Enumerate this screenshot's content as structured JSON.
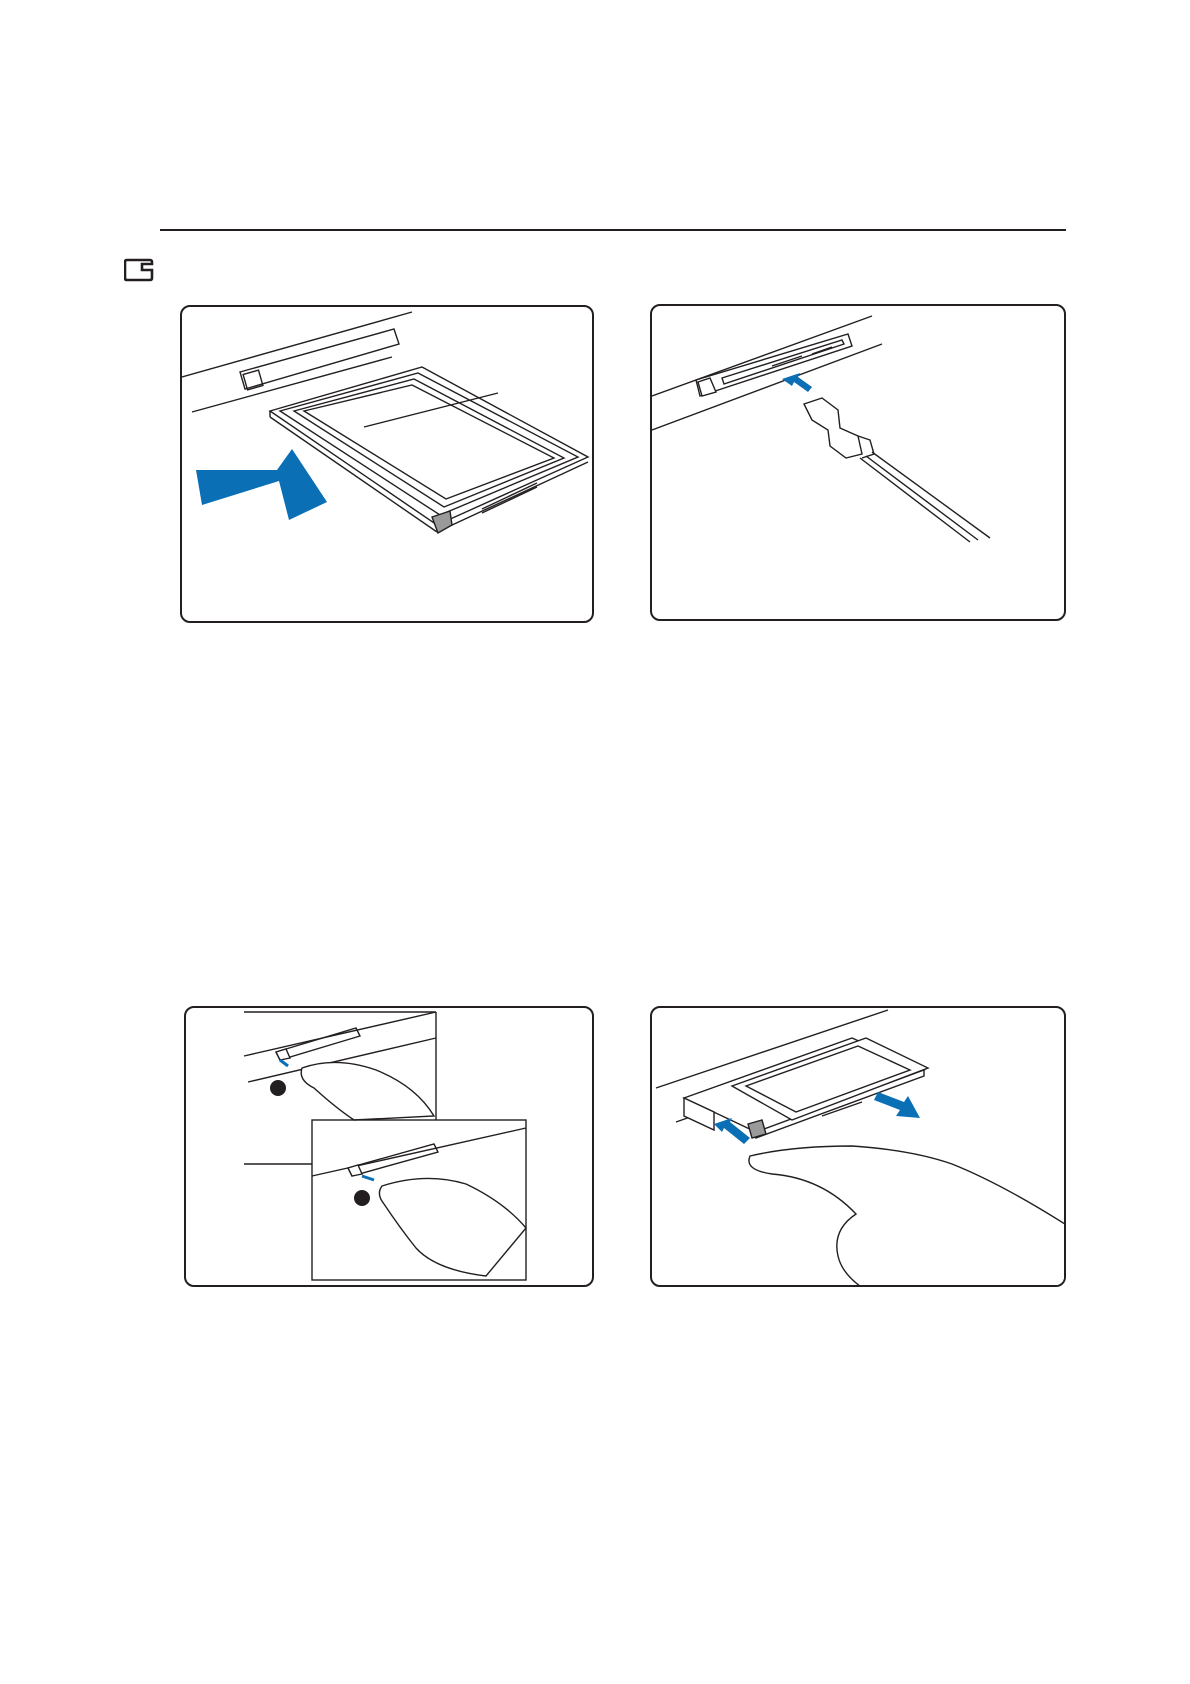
{
  "colors": {
    "line": "#231f20",
    "arrow_blue": "#0a6fb5",
    "background": "#ffffff"
  },
  "header": {
    "section_icon": "card-slot-icon"
  },
  "figures": [
    {
      "id": "insert-pc-card",
      "icon": "pc-card-insert-illustration"
    },
    {
      "id": "connect-cable",
      "icon": "cable-connect-illustration"
    },
    {
      "id": "press-eject-button",
      "icon": "eject-button-illustration"
    },
    {
      "id": "remove-card",
      "icon": "card-remove-illustration"
    }
  ]
}
